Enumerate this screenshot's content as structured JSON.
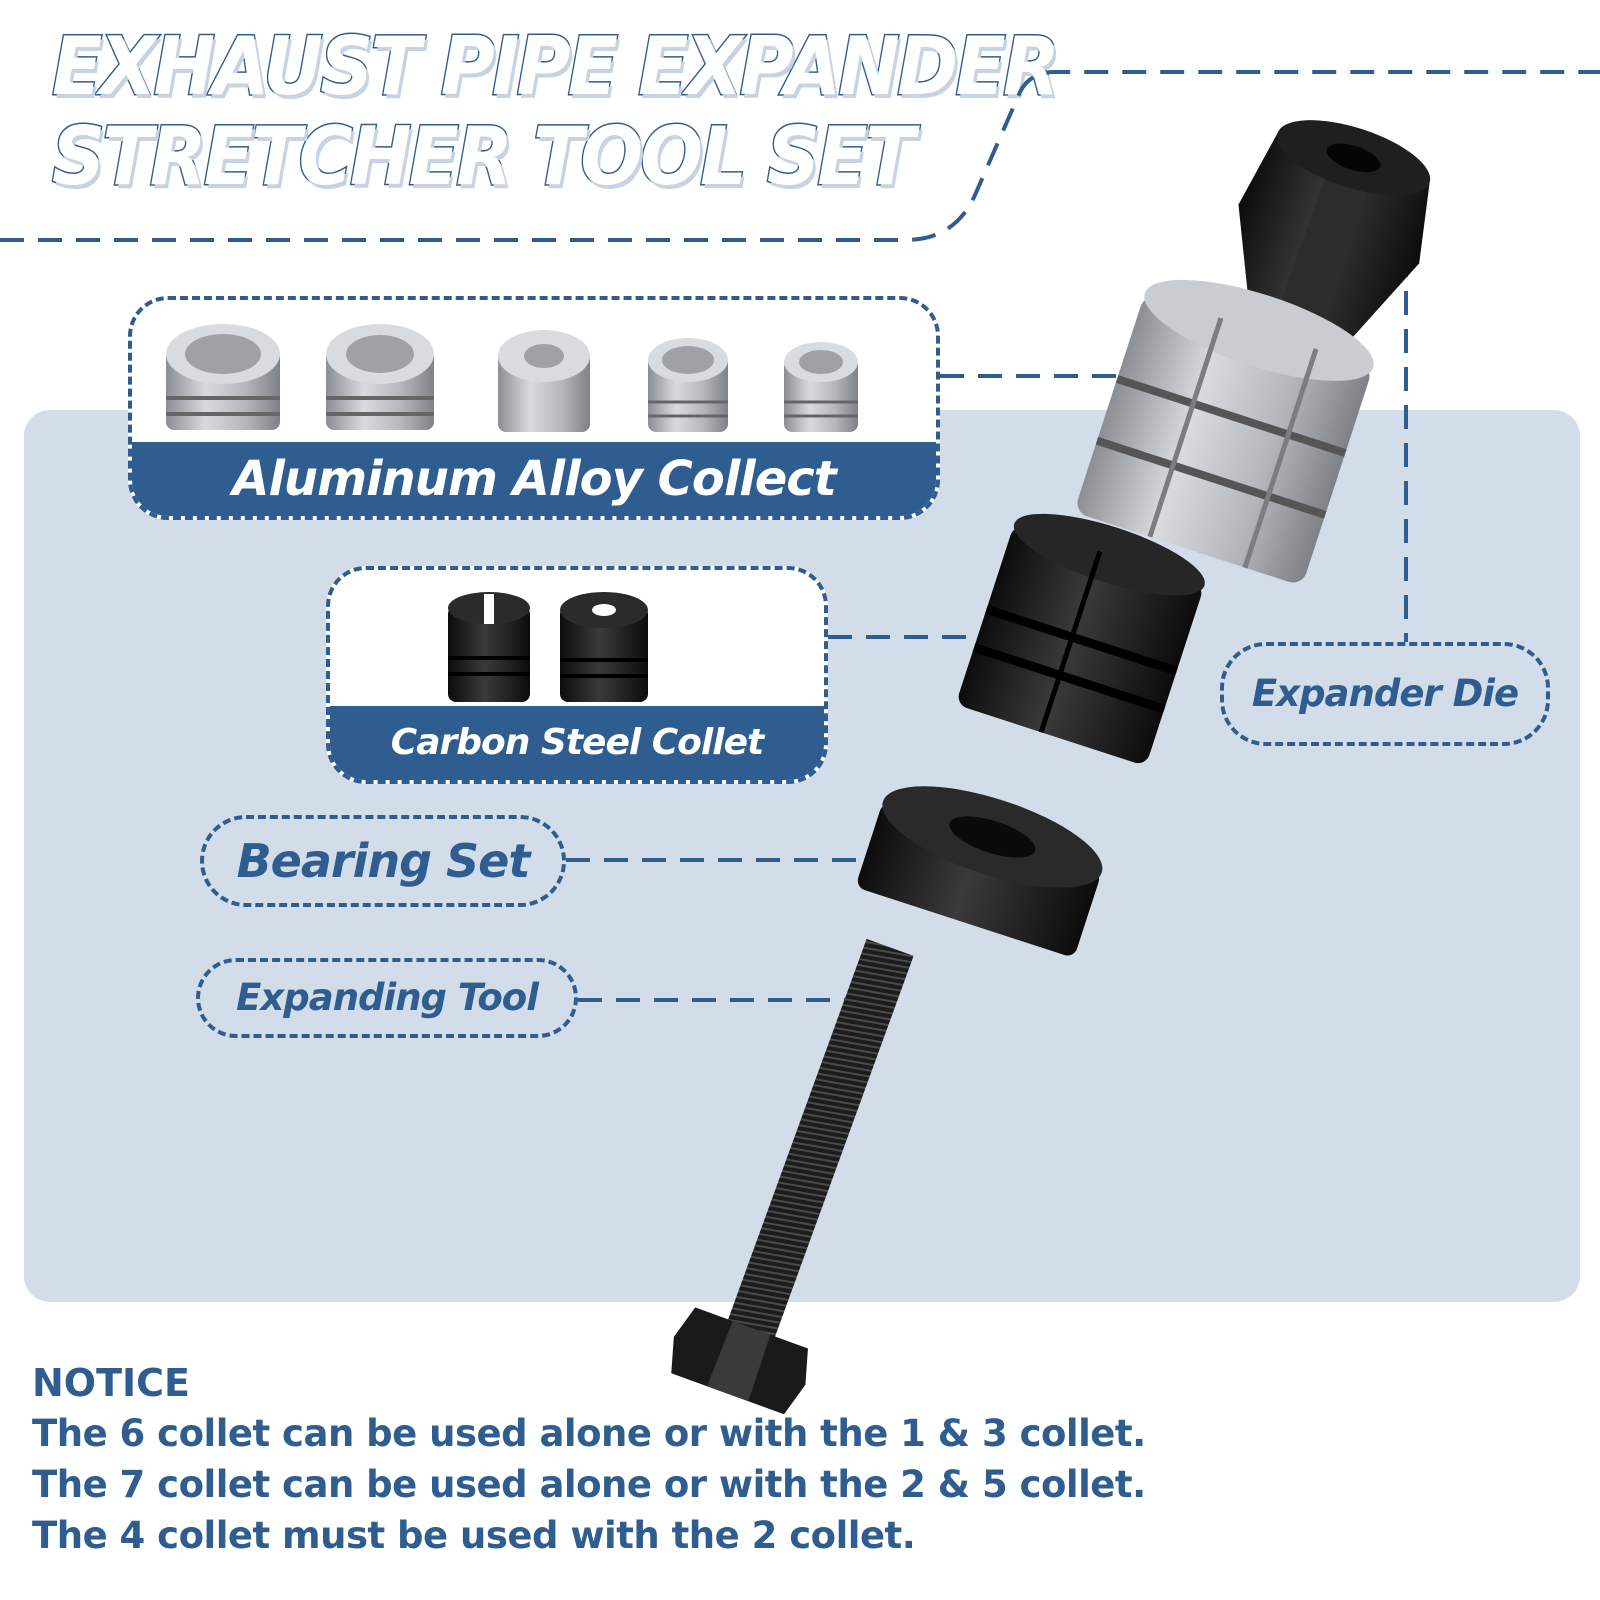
{
  "title": {
    "line1": "EXHAUST PIPE EXPANDER",
    "line2": "STRETCHER TOOL SET"
  },
  "labels": {
    "aluminum_collet": "Aluminum Alloy Collect",
    "carbon_collet": "Carbon Steel Collet",
    "bearing_set": "Bearing Set",
    "expanding_tool": "Expanding Tool",
    "expander_die": "Expander Die"
  },
  "notice": {
    "heading": "NOTICE",
    "lines": [
      "The 6 collet can be used alone or with the 1 & 3 collet.",
      "The 7 collet can be used alone or with the 2 & 5 collet.",
      "The 4 collet must be used with the 2 collet."
    ]
  },
  "colors": {
    "brand_blue": "#2f5d8f",
    "panel": "#d3dde9",
    "aluminum": "#bfc3c8",
    "black_steel": "#1a1a1a"
  }
}
